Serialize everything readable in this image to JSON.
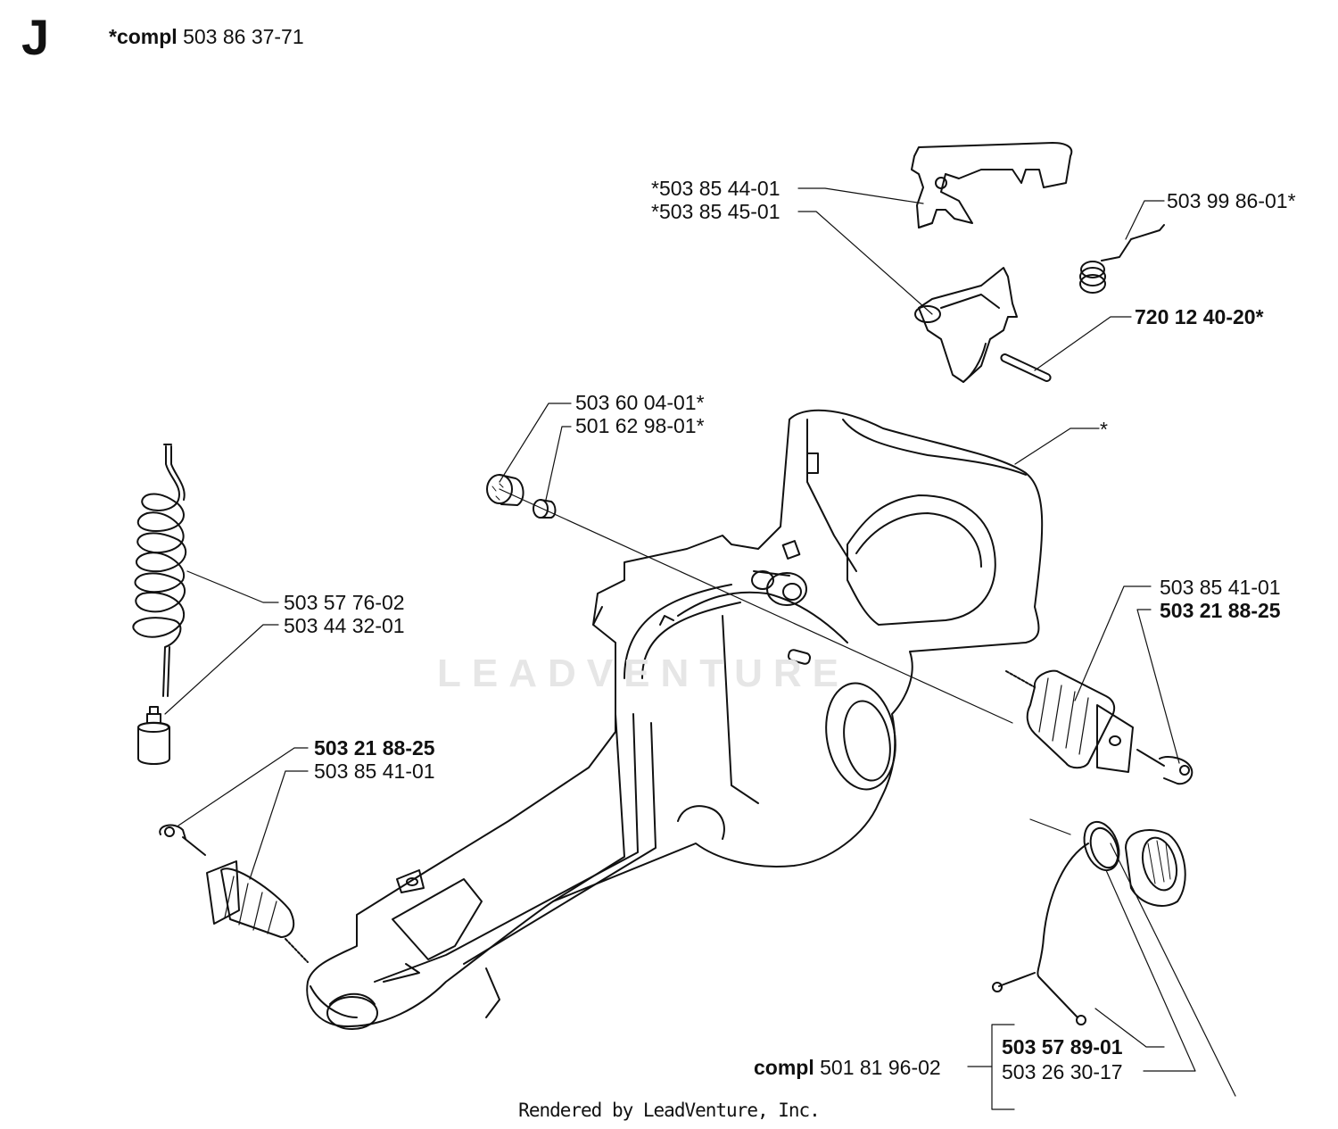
{
  "section_letter": "J",
  "assembly": {
    "prefix": "*compl",
    "number": "503 86 37-71"
  },
  "labels": {
    "trigger_a": "*503 85 44-01",
    "trigger_b": "*503 85 45-01",
    "trigger_spring": "503 99 86-01*",
    "pin": "720 12 40-20*",
    "damper_a": "503 60 04-01*",
    "damper_b": "501 62 98-01*",
    "handle": "*",
    "fuel_hose": "503 57 76-02",
    "fuel_filter": "503 44 32-01",
    "av_right_spring": "503 85 41-01",
    "av_right_screw": "503 21 88-25",
    "av_left_screw": "503 21 88-25",
    "av_left_spring": "503 85 41-01",
    "cap_part_a": "503 57 89-01",
    "cap_compl_prefix": "compl",
    "cap_compl_number": "501 81 96-02",
    "cap_part_b": "503 26 30-17"
  },
  "watermark": "LEADVENTURE",
  "footer": "Rendered by LeadVenture, Inc."
}
